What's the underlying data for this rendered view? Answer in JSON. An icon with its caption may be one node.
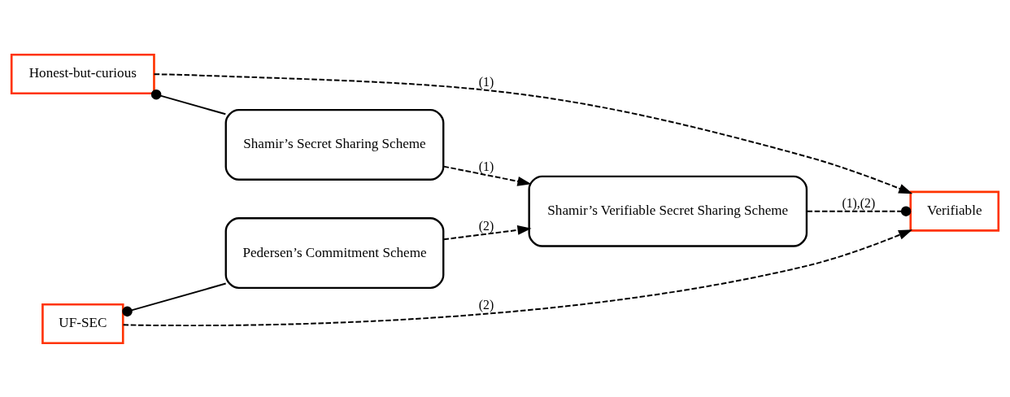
{
  "diagram": {
    "nodes": [
      {
        "text": [
          "Honest-but-curious"
        ]
      },
      {
        "text": [
          "Shamir’s Secret Sharing Scheme"
        ]
      },
      {
        "text": [
          "UF-SEC"
        ]
      },
      {
        "text": [
          "Pedersen’s Commitment Scheme"
        ]
      },
      {
        "text": [
          "Shamir’s Verifiable Secret Sharing Scheme"
        ]
      },
      {
        "text": [
          "Verifiable"
        ]
      }
    ],
    "edges": [
      {
        "from": 1,
        "to": 0,
        "arrow": "other"
      },
      {
        "from": 3,
        "to": 2,
        "arrow": "other"
      },
      {
        "from": 1,
        "to": 4,
        "arrow": "to",
        "style": "dashed",
        "label": "(1)"
      },
      {
        "from": 3,
        "to": 4,
        "arrow": "to",
        "style": "dashed",
        "label": "(2)"
      },
      {
        "from": 4,
        "to": 5,
        "arrow": "other",
        "style": "dashed",
        "label": "(1),(2)"
      },
      {
        "from": 0,
        "to": 5,
        "arrow": "to",
        "style": "dashed",
        "label": "(1)"
      },
      {
        "from": 2,
        "to": 5,
        "arrow": "to",
        "style": "dashed",
        "label": "(2)"
      }
    ]
  }
}
